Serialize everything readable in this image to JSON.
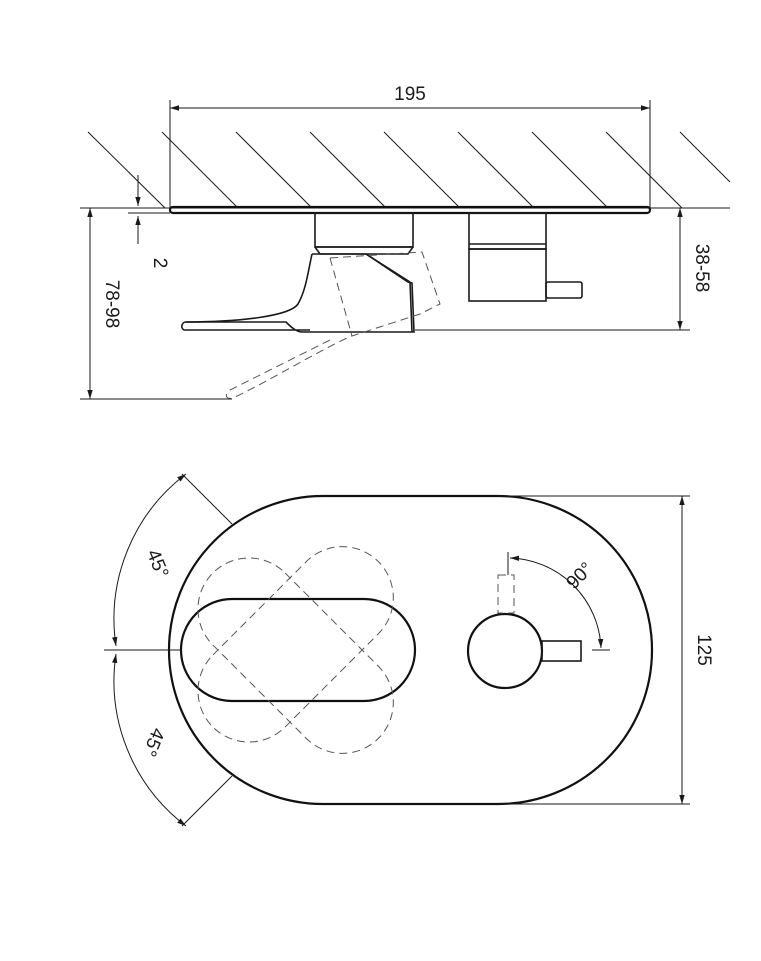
{
  "dimensions": {
    "width": "195",
    "gap": "2",
    "depth_total": "78-98",
    "depth_body": "38-58",
    "height": "125",
    "angle_upper": "45°",
    "angle_lower": "45°",
    "angle_knob": "90°"
  },
  "colors": {
    "line": "#1a1a1a",
    "hidden_line": "#555555",
    "background": "#ffffff"
  }
}
